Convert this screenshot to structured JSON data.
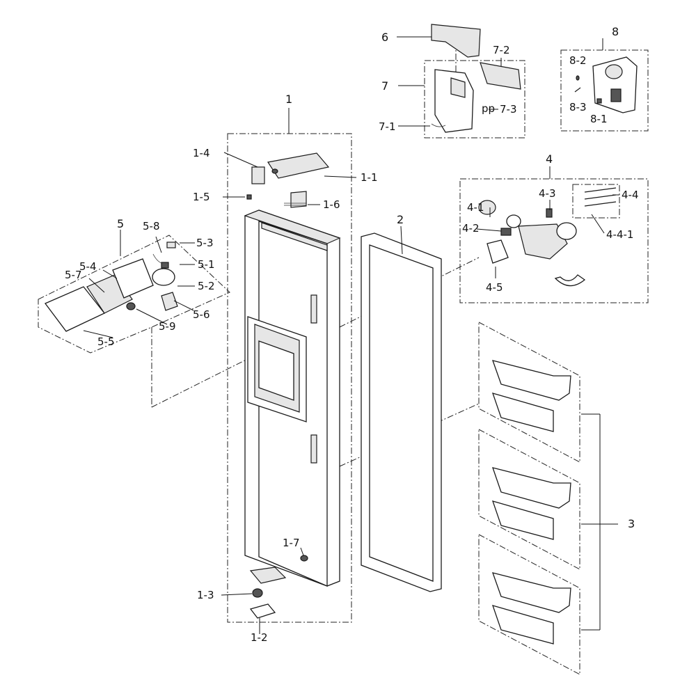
{
  "callouts": {
    "c1": "1",
    "c1_1": "1-1",
    "c1_2": "1-2",
    "c1_3": "1-3",
    "c1_4": "1-4",
    "c1_5": "1-5",
    "c1_6": "1-6",
    "c1_7": "1-7",
    "c2": "2",
    "c3": "3",
    "c4": "4",
    "c4_1": "4-1",
    "c4_2": "4-2",
    "c4_3": "4-3",
    "c4_4": "4-4",
    "c4_4_1": "4-4-1",
    "c4_5": "4-5",
    "c5": "5",
    "c5_1": "5-1",
    "c5_2": "5-2",
    "c5_3": "5-3",
    "c5_4": "5-4",
    "c5_5": "5-5",
    "c5_6": "5-6",
    "c5_7": "5-7",
    "c5_8": "5-8",
    "c5_9": "5-9",
    "c6": "6",
    "c7": "7",
    "c7_1": "7-1",
    "c7_2": "7-2",
    "c7_3": "7-3",
    "c8": "8",
    "c8_1": "8-1",
    "c8_2": "8-2",
    "c8_3": "8-3"
  }
}
